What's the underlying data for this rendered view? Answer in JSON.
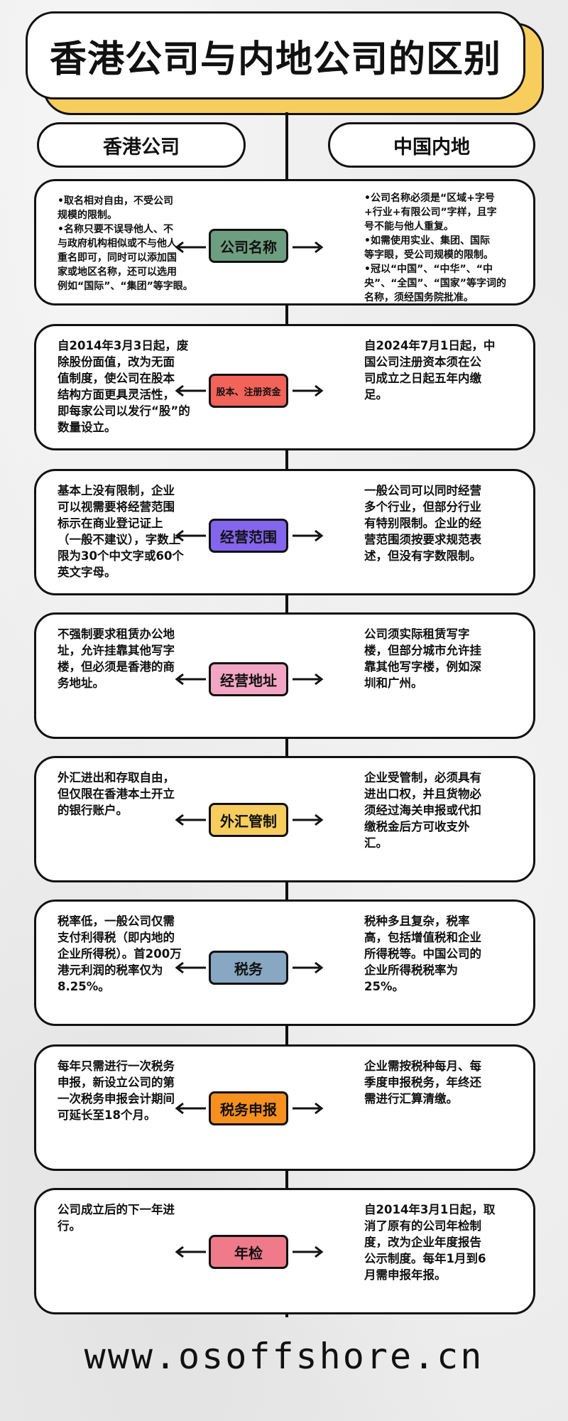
{
  "title": "香港公司与内地公司的区别",
  "columns": {
    "left": "香港公司",
    "right": "中国内地"
  },
  "rows": [
    {
      "label": "公司名称",
      "color": "#6e9e80",
      "left": "•取名相对自由，不受公司\n规模的限制。\n•名称只要不误导他人、不\n与政府机构相似或不与他人\n重名即可，同时可以添加国\n家或地区名称，还可以选用\n例如“国际”、“集团”等字眼。",
      "right": "•公司名称必须是“区域+字号\n+行业+有限公司”字样，且字\n号不能与他人重复。\n•如需使用实业、集团、国际\n等字眼，受公司规模的限制。\n•冠以“中国”、“中华”、“中\n央”、“全国”、“国家”等字词的\n名称，须经国务院批准。"
    },
    {
      "label": "股本、注册资金",
      "color": "#f2635a",
      "left": "自2014年3月3日起，废\n除股份面值，改为无面\n值制度，使公司在股本\n结构方面更具灵活性，\n即每家公司以发行“股”的\n数量设立。",
      "right": "自2024年7月1日起，中\n国公司注册资本须在公\n司成立之日起五年内缴\n足。"
    },
    {
      "label": "经营范围",
      "color": "#8465ee",
      "left": "基本上没有限制，企业\n可以视需要将经营范围\n标示在商业登记证上\n（一般不建议），字数上\n限为30个中文字或60个\n英文字母。",
      "right": "一般公司可以同时经营\n多个行业，但部分行业\n有特别限制。企业的经\n营范围须按要求规范表\n述，但没有字数限制。"
    },
    {
      "label": "经营地址",
      "color": "#f3a6c3",
      "left": "不强制要求租赁办公地\n址，允许挂靠其他写字\n楼，但必须是香港的商\n务地址。",
      "right": "公司须实际租赁写字\n楼，但部分城市允许挂\n靠其他写字楼，例如深\n圳和广州。"
    },
    {
      "label": "外汇管制",
      "color": "#f7cd5e",
      "left": "外汇进出和存取自由，\n但仅限在香港本土开立\n的银行账户。",
      "right": "企业受管制，必须具有\n进出口权，并且货物必\n须经过海关申报或代扣\n缴税金后方可收支外\n汇。"
    },
    {
      "label": "税务",
      "color": "#87a7c2",
      "left": "税率低，一般公司仅需\n支付利得税（即内地的\n企业所得税）。首200万\n港元利润的税率仅为\n8.25%。",
      "right": "税种多且复杂，税率\n高，包括增值税和企业\n所得税等。中国公司的\n企业所得税税率为\n25%。"
    },
    {
      "label": "税务申报",
      "color": "#f7901e",
      "left": "每年只需进行一次税务\n申报，新设立公司的第\n一次税务申报会计期间\n可延长至18个月。",
      "right": "企业需按税种每月、每\n季度申报税务，年终还\n需进行汇算清缴。"
    },
    {
      "label": "年检",
      "color": "#ee7a8a",
      "left": "公司成立后的下一年进\n行。",
      "right": "自2014年3月1日起，取\n消了原有的公司年检制\n度，改为企业年度报告\n公示制度。每年1月到6\n月需申报年报。"
    }
  ],
  "footer": "www.osoffshore.cn"
}
